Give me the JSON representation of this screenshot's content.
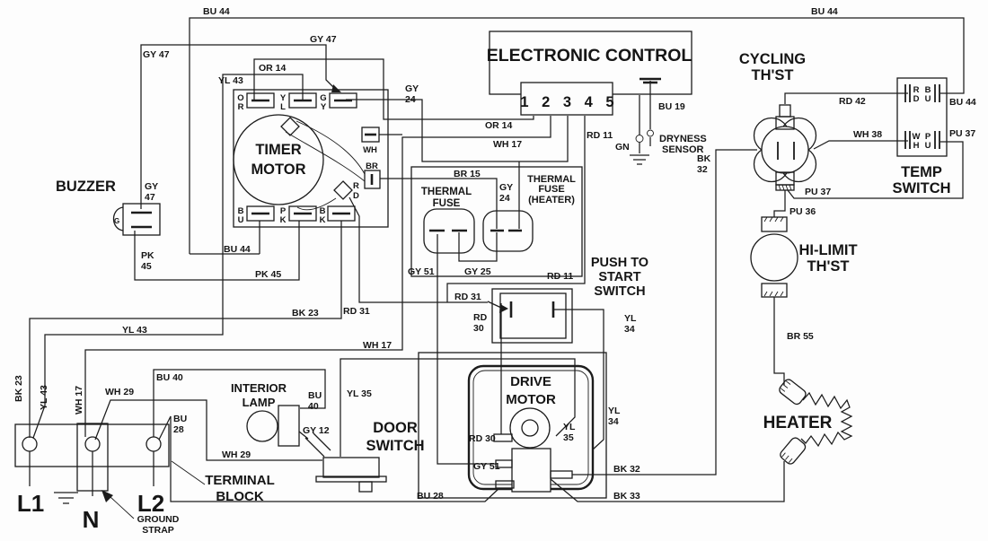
{
  "colors": {
    "ink": "#1c1c1c",
    "paper": "#fdfdfd"
  },
  "labels": {
    "components": {
      "buzzer": "BUZZER",
      "buzzer_g": "G",
      "timer": [
        "TIMER",
        "MOTOR"
      ],
      "electronic_control": "ELECTRONIC CONTROL",
      "ec_terminals": "1 2 3 4 5",
      "dryness_sensor": [
        "DRYNESS",
        "SENSOR"
      ],
      "cycling_thst": [
        "CYCLING",
        "TH'ST"
      ],
      "temp_switch": [
        "TEMP",
        "SWITCH"
      ],
      "hi_limit_thst": [
        "HI-LIMIT",
        "TH'ST"
      ],
      "heater": "HEATER",
      "thermal_fuse": [
        "THERMAL",
        "FUSE"
      ],
      "thermal_fuse_heater": [
        "THERMAL",
        "FUSE",
        "(HEATER)"
      ],
      "push_to_start": [
        "PUSH TO",
        "START",
        "SWITCH"
      ],
      "drive_motor": [
        "DRIVE",
        "MOTOR"
      ],
      "interior_lamp": [
        "INTERIOR",
        "LAMP"
      ],
      "door_switch": [
        "DOOR",
        "SWITCH"
      ],
      "terminal_block": [
        "TERMINAL",
        "BLOCK"
      ],
      "ground_strap": [
        "GROUND",
        "STRAP"
      ],
      "l1": "L1",
      "n": "N",
      "l2": "L2"
    },
    "terminals": {
      "timer_or": [
        "O",
        "R"
      ],
      "timer_yl": [
        "Y",
        "L"
      ],
      "timer_gy": [
        "G",
        "Y"
      ],
      "timer_bu": [
        "B",
        "U"
      ],
      "timer_pk": [
        "P",
        "K"
      ],
      "timer_bk": [
        "B",
        "K"
      ],
      "timer_wh": "WH",
      "timer_br": "BR",
      "timer_rd": [
        "R",
        "D"
      ],
      "temp_top": [
        "R",
        "B",
        "D",
        "U"
      ],
      "temp_bottom": [
        "W",
        "P",
        "H",
        "U"
      ]
    },
    "wires": {
      "bu44_top_left": "BU 44",
      "bu44_top_right": "BU 44",
      "bu44_timer": "BU 44",
      "bu44_temp": "BU 44",
      "gy47_left": "GY 47",
      "gy47_mid": "GY 47",
      "gy47_buzzer": [
        "GY",
        "47"
      ],
      "pk45_buzzer": [
        "PK",
        "45"
      ],
      "pk45": "PK 45",
      "or14_timer": "OR 14",
      "or14_ec": "OR 14",
      "yl43_timer": "YL 43",
      "yl43_mid": "YL 43",
      "yl43_vert": "YL 43",
      "gy24_timer": [
        "GY",
        "24"
      ],
      "gy24_fuse": [
        "GY",
        "24"
      ],
      "wh17_ec": "WH 17",
      "wh17_mid": "WH 17",
      "wh17_vert": "WH 17",
      "rd11_ec": "RD 11",
      "rd11_fuse": "RD 11",
      "bu19": "BU 19",
      "gn": "GN",
      "br15": "BR 15",
      "gy51_fuse": "GY 51",
      "gy25": "GY 25",
      "rd42": "RD 42",
      "wh38": "WH 38",
      "pu37_switch": "PU 37",
      "pu37_loop": "PU 37",
      "pu36": "PU 36",
      "bk32_vert": [
        "BK",
        "32"
      ],
      "bk32_motor": "BK 32",
      "bk33": "BK 33",
      "br55": "BR 55",
      "bk23": "BK 23",
      "bk23_vert": "BK 23",
      "wh29_left": "WH 29",
      "wh29_door": "WH 29",
      "bu40": "BU 40",
      "bu40_lamp": [
        "BU",
        "40"
      ],
      "gy12": "GY 12",
      "yl35_door": "YL 35",
      "yl35_motor": [
        "YL",
        "35"
      ],
      "yl34_switch": [
        "YL",
        "34"
      ],
      "yl34_motor": [
        "YL",
        "34"
      ],
      "rd31_left": "RD 31",
      "rd31_switch": "RD 31",
      "rd30_switch": [
        "RD",
        "30"
      ],
      "rd30_motor": "RD 30",
      "gy51_motor": "GY 51",
      "bu28_l2": [
        "BU",
        "28"
      ],
      "bu28_rail": "BU 28"
    }
  }
}
